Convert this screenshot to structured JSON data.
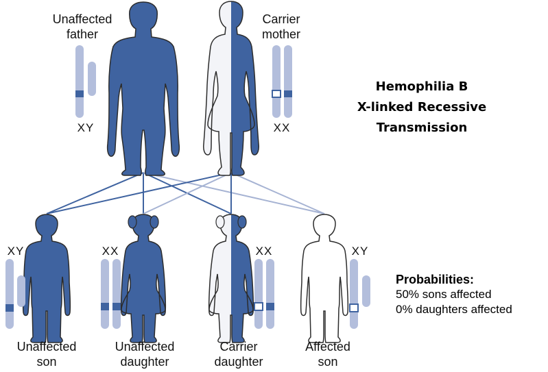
{
  "title": {
    "line1": "Hemophilia B",
    "line2": "X-linked Recessive",
    "line3": "Transmission"
  },
  "parents": {
    "father": {
      "label_line1": "Unaffected",
      "label_line2": "father",
      "chromosomes": "XY",
      "status": "unaffected"
    },
    "mother": {
      "label_line1": "Carrier",
      "label_line2": "mother",
      "chromosomes": "XX",
      "status": "carrier"
    }
  },
  "children": [
    {
      "label_line1": "Unaffected",
      "label_line2": "son",
      "chromosomes": "XY",
      "status": "unaffected"
    },
    {
      "label_line1": "Unaffected",
      "label_line2": "daughter",
      "chromosomes": "XX",
      "status": "unaffected"
    },
    {
      "label_line1": "Carrier",
      "label_line2": "daughter",
      "chromosomes": "XX",
      "status": "carrier"
    },
    {
      "label_line1": "Affected",
      "label_line2": "son",
      "chromosomes": "XY",
      "status": "affected"
    }
  ],
  "probabilities": {
    "heading": "Probabilities:",
    "line1": "50% sons affected",
    "line2": "0% daughters affected"
  },
  "colors": {
    "blue": "#3f63a0",
    "chromosome": "#b3bedc",
    "allele_normal": "#3f63a0",
    "allele_recessive": "#ffffff",
    "line_from_father": "#3f63a0",
    "line_from_mother": "#a6b3d3",
    "outline": "#2c2c2c"
  }
}
